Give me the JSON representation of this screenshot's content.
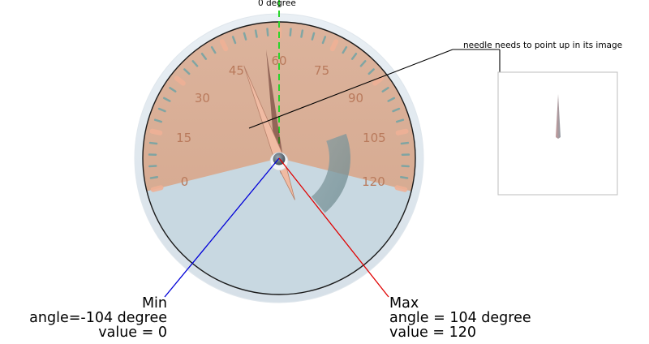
{
  "annotations": {
    "zero_label": "0 degree",
    "note": "needle needs to point up in its image",
    "min": {
      "title": "Min",
      "angle": "angle=-104 degree",
      "value": "value = 0"
    },
    "max": {
      "title": "Max",
      "angle": "angle = 104 degree",
      "value": "value = 120"
    }
  },
  "gauge": {
    "min_value": 0,
    "max_value": 120,
    "min_angle": -104,
    "max_angle": 104,
    "tick_labels": [
      "0",
      "15",
      "30",
      "45",
      "60",
      "75",
      "90",
      "105",
      "120"
    ],
    "needle_value": 48,
    "colors": {
      "face": "#d8ab92",
      "face_bottom": "#c6d7e0",
      "bezel": "#e4ebf1",
      "ticks": "#e8a27f",
      "label": "#b97a5c",
      "zero_line": "#2bd42b",
      "min_line": "#0000d8",
      "max_line": "#e00000"
    }
  }
}
